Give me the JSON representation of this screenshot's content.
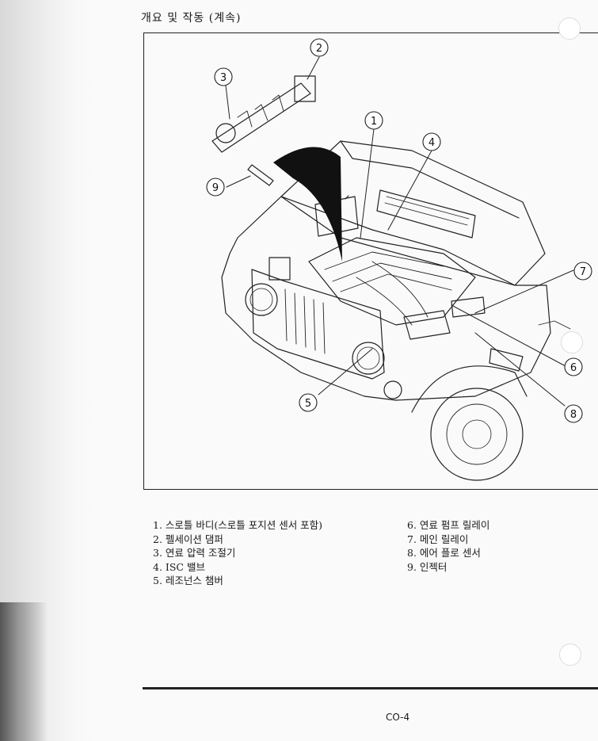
{
  "header": {
    "title": "개요 및 작동 (계속)"
  },
  "callouts": [
    "1",
    "2",
    "3",
    "4",
    "5",
    "6",
    "7",
    "8",
    "9"
  ],
  "legend_left": [
    "1. 스로틀 바디(스로틀 포지션 센서 포함)",
    "2. 펠세이션 댐퍼",
    "3. 연료 압력 조절기",
    "4. ISC 밸브",
    "5. 레조넌스 챔버"
  ],
  "legend_right": [
    "6. 연료 펌프 릴레이",
    "7. 메인 릴레이",
    "8. 에어 플로 센서",
    "9. 인젝터"
  ],
  "footer": {
    "page_number": "CO-4"
  }
}
